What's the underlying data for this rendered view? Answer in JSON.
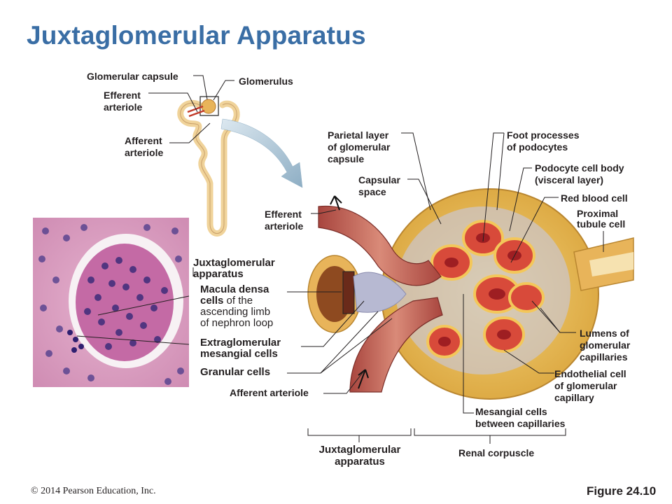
{
  "title": "Juxtaglomerular Apparatus",
  "labels": {
    "glomerular_capsule": "Glomerular capsule",
    "glomerulus": "Glomerulus",
    "efferent_top": [
      "Efferent",
      "arteriole"
    ],
    "afferent_top": [
      "Afferent",
      "arteriole"
    ],
    "parietal": [
      "Parietal layer",
      "of glomerular",
      "capsule"
    ],
    "capsular_space": [
      "Capsular",
      "space"
    ],
    "foot_processes": [
      "Foot processes",
      "of podocytes"
    ],
    "podocyte": [
      "Podocyte cell body",
      "(visceral layer)"
    ],
    "rbc": "Red blood cell",
    "proximal": [
      "Proximal",
      "tubule cell"
    ],
    "efferent_main": [
      "Efferent",
      "arteriole"
    ],
    "jga_label": [
      "Juxtaglomerular",
      "apparatus"
    ],
    "macula_bold": [
      "Macula densa",
      "cells"
    ],
    "macula_rest": [
      " of the",
      "ascending limb",
      "of nephron loop"
    ],
    "extraglomerular": [
      "Extraglomerular",
      "mesangial cells"
    ],
    "granular": "Granular cells",
    "afferent_main": "Afferent arteriole",
    "lumens": [
      "Lumens of",
      "glomerular",
      "capillaries"
    ],
    "endothelial": [
      "Endothelial cell",
      "of glomerular",
      "capillary"
    ],
    "mesangial": [
      "Mesangial cells",
      "between capillaries"
    ],
    "jga_bottom": [
      "Juxtaglomerular",
      "apparatus"
    ],
    "renal_corpuscle": "Renal corpuscle"
  },
  "footer": {
    "copyright": "© 2014 Pearson Education, Inc.",
    "figure": "Figure 24.10"
  }
}
